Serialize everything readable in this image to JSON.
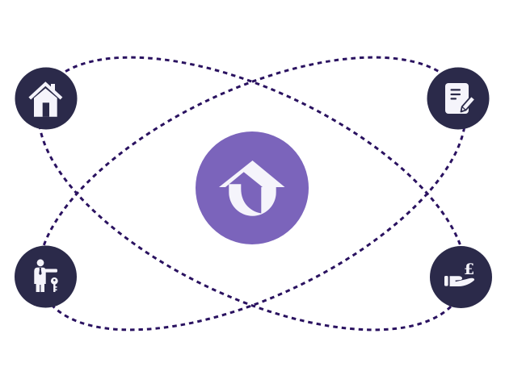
{
  "colors": {
    "background": "#ffffff",
    "orbit_stroke": "#2a1260",
    "node_fill": "#2b2a4a",
    "center_fill": "#7b64bb",
    "icon_fill": "#f5f4fb"
  },
  "orbits": [
    {
      "name": "orbit-descending",
      "style": "dashed"
    },
    {
      "name": "orbit-ascending",
      "style": "dashed"
    }
  ],
  "center_node": {
    "icon": "house-arrow-logo-icon"
  },
  "nodes": [
    {
      "position": "top-left",
      "icon": "house-icon"
    },
    {
      "position": "top-right",
      "icon": "document-edit-icon"
    },
    {
      "position": "bottom-left",
      "icon": "estate-agent-key-icon"
    },
    {
      "position": "bottom-right",
      "icon": "hand-pound-icon",
      "symbol": "£"
    }
  ]
}
